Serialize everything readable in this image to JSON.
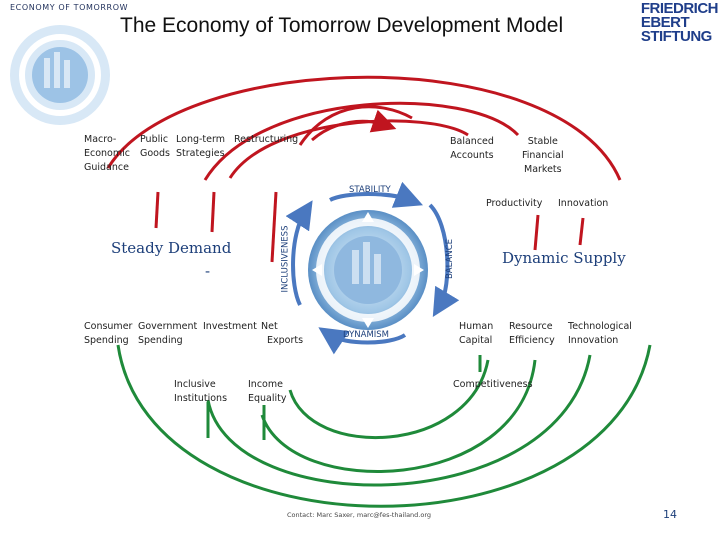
{
  "header": {
    "series_label": "ECONOMY OF TOMORROW",
    "title": "The Economy of Tomorrow Development Model"
  },
  "logo": {
    "line1": "FRIEDRICH",
    "line2": "EBERT",
    "line3": "STIFTUNG"
  },
  "top_row": {
    "macro_line1": "Macro-",
    "macro_line2": "Economic",
    "macro_line3": "Guidance",
    "public_line1": "Public",
    "public_line2": "Goods",
    "longterm_line1": "Long-term",
    "longterm_line2": "Strategies",
    "restructuring": "Restructuring",
    "balanced_line1": "Balanced",
    "balanced_line2": "Accounts",
    "stable_line1": "Stable",
    "stable_line2": "Financial",
    "stable_line3": "Markets"
  },
  "center": {
    "stability": "STABILITY",
    "inclusiveness": "INCLUSIVENESS",
    "balance": "BALANCE",
    "dynamism": "DYNAMISM"
  },
  "left": {
    "steady_demand": "Steady Demand",
    "dash": "-",
    "consumer_line1": "Consumer",
    "consumer_line2": "Spending",
    "government_line1": "Government",
    "government_line2": "Spending",
    "investment": "Investment",
    "net_line1": "Net",
    "net_line2": "Exports",
    "inclusive_line1": "Inclusive",
    "inclusive_line2": "Institutions",
    "income_line1": "Income",
    "income_line2": "Equality"
  },
  "right": {
    "productivity": "Productivity",
    "innovation": "Innovation",
    "dynamic_supply": "Dynamic Supply",
    "human_line1": "Human",
    "human_line2": "Capital",
    "resource_line1": "Resource",
    "resource_line2": "Efficiency",
    "technological_line1": "Technological",
    "technological_line2": "Innovation",
    "competitiveness": "Competitiveness"
  },
  "footer": {
    "contact": "Contact: Marc Saxer, marc@fes-thailand.org",
    "page_number": "14"
  },
  "colors": {
    "red_arc": "#c0151f",
    "green_arc": "#1f8a3a",
    "blue_arc": "#4a78c0",
    "brand_blue": "#1f3e8a"
  }
}
